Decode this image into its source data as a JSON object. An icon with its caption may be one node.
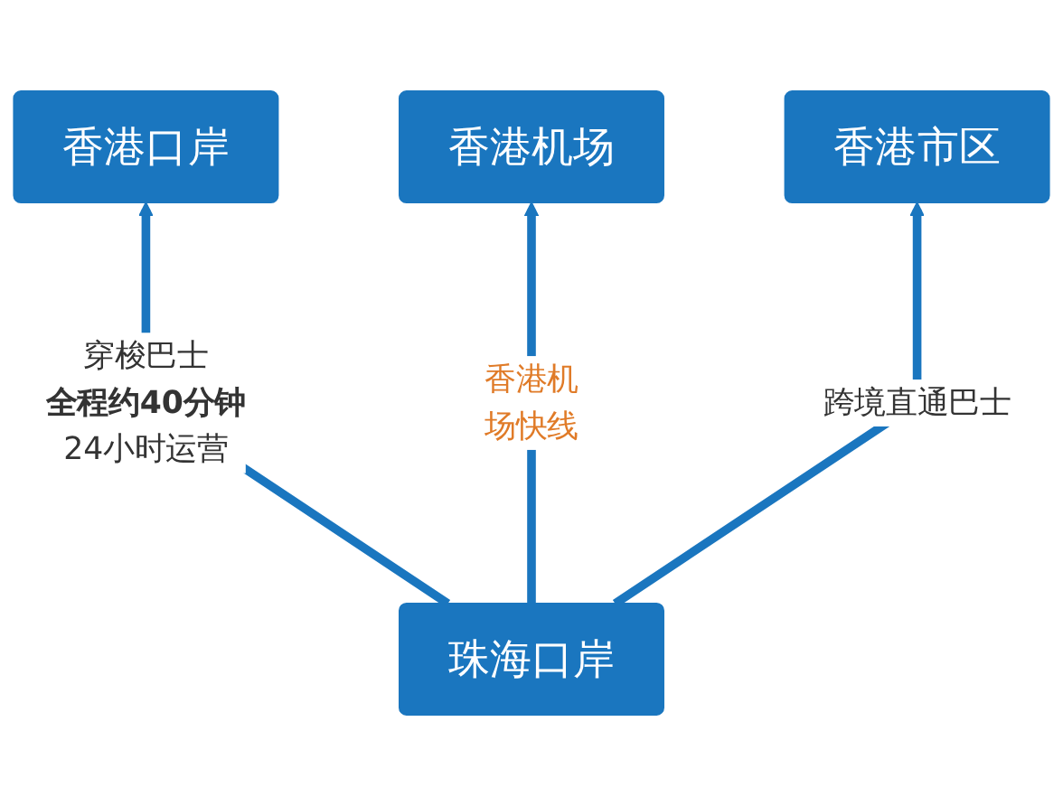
{
  "diagram": {
    "nodes": [
      {
        "text": [
          "香港口岸"
        ]
      },
      {
        "text": [
          "香港机场"
        ]
      },
      {
        "text": [
          "香港市区"
        ]
      },
      {
        "text": [
          "珠海口岸"
        ]
      }
    ],
    "edges": [
      {
        "from": 3,
        "to": 0,
        "arrow": "to",
        "label": "穿梭巴士全程约40分钟24小时运营"
      },
      {
        "from": 3,
        "to": 1,
        "arrow": "to",
        "label": "香港机场快线"
      },
      {
        "from": 3,
        "to": 2,
        "arrow": "to",
        "label": "跨境直通巴士"
      }
    ]
  }
}
